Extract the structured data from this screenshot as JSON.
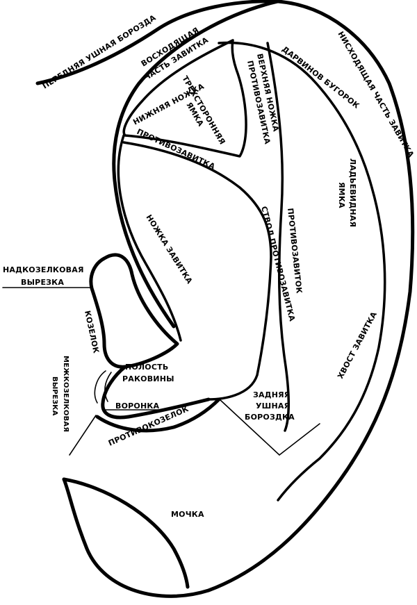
{
  "labels": {
    "anterior_auricular_groove": "ПЕРЕДНЯЯ УШНАЯ БОРОЗДА",
    "ascending_helix_1": "ВОСХОДЯЩАЯ",
    "ascending_helix_2": "ЧАСТЬ ЗАВИТКА",
    "triangular_fossa_1": "ТРЕХСТОРОННЯЯ",
    "triangular_fossa_2": "ЯМКА",
    "superior_crus_1": "ВЕРХНЯЯ НОЖКА",
    "superior_crus_2": "ПРОТИВОЗАВИТКА",
    "darwin_tubercle": "ДАРВИНОВ БУГОРОК",
    "descending_helix": "НИСХОДЯЩАЯ ЧАСТЬ ЗАВИТКА",
    "inferior_crus_1": "НИЖНЯЯ НОЖКА",
    "inferior_crus_2": "ПРОТИВОЗАВИТКА",
    "scaphoid_fossa_1": "ЛАДЬЕВИДНАЯ",
    "scaphoid_fossa_2": "ЯМКА",
    "antihelix_body": "СТВОЛ ПРОТИВОЗАВИТКА",
    "antihelix": "ПРОТИВОЗАВИТОК",
    "crus_of_helix": "НОЖКА ЗАВИТКА",
    "supratragic_notch_1": "НАДКОЗЕЛКОВАЯ",
    "supratragic_notch_2": "ВЫРЕЗКА",
    "tragus": "КОЗЕЛОК",
    "intertragic_notch_1": "МЕЖКОЗЕЛКОВАЯ",
    "intertragic_notch_2": "ВЫРЕЗКА",
    "concha_cavity_1": "ПОЛОСТЬ",
    "concha_cavity_2": "РАКОВИНЫ",
    "funnel": "ВОРОНКА",
    "antitragus": "ПРОТИВОКОЗЕЛОК",
    "posterior_groove_1": "ЗАДНЯЯ",
    "posterior_groove_2": "УШНАЯ",
    "posterior_groove_3": "БОРОЗДКА",
    "helix_tail": "ХВОСТ ЗАВИТКА",
    "lobule": "МОЧКА"
  }
}
